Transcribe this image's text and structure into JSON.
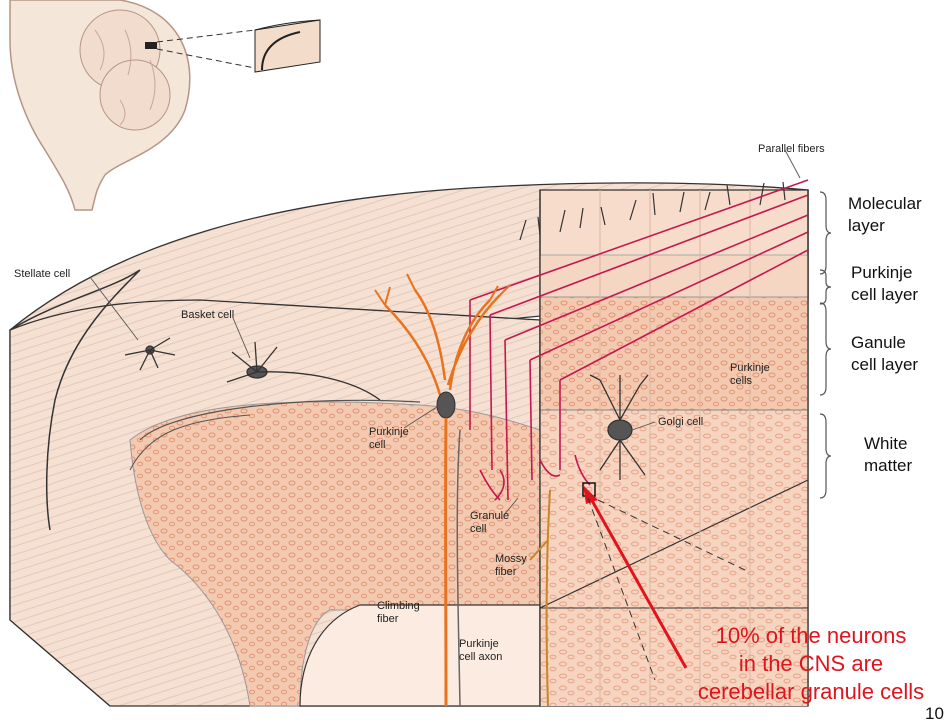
{
  "labels": {
    "parallel_fibers": "Parallel fibers",
    "stellate_cell": "Stellate cell",
    "basket_cell": "Basket cell",
    "purkinje_cell": "Purkinje\ncell",
    "purkinje_cells": "Purkinje\ncells",
    "golgi_cell": "Golgi cell",
    "granule_cell": "Granule\ncell",
    "mossy_fiber": "Mossy\nfiber",
    "climbing_fiber": "Climbing\nfiber",
    "purkinje_axon": "Purkinje\ncell axon"
  },
  "layers": {
    "molecular": "Molecular\nlayer",
    "purkinje": "Purkinje\ncell layer",
    "granule": "Ganule\ncell layer",
    "white": "White\nmatter"
  },
  "note": "10% of the neurons\nin the CNS are\ncerebellar granule cells",
  "page_number": "10",
  "colors": {
    "tissue_light": "#f7e3d5",
    "tissue_granule": "#f2c7ad",
    "granule_dots": "#e79b82",
    "purkinje_orange": "#e8731f",
    "parallel_fiber": "#c4184f",
    "annotation_red": "#e0141c",
    "neuron_gray": "#4a4a4a"
  }
}
